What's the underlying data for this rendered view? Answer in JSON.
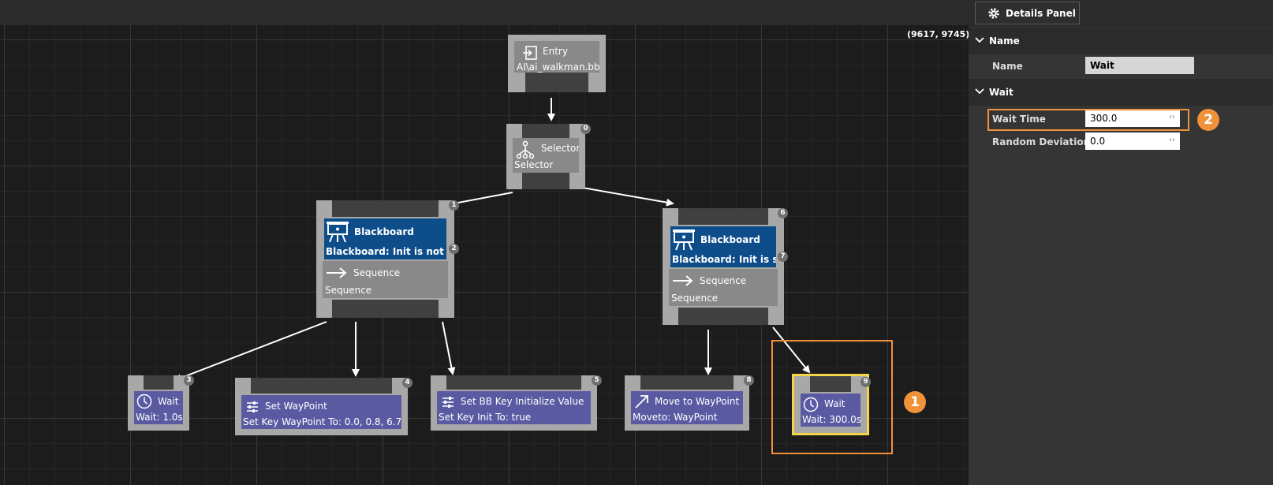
{
  "graph": {
    "coords": "(9617, 9745)",
    "nodes": {
      "entry": {
        "title": "Entry",
        "subtitle": "AI\\ai_walkman.bb"
      },
      "selector": {
        "title": "Selector",
        "subtitle": "Selector",
        "badge": "0"
      },
      "left_branch": {
        "badge": "1",
        "decorator": {
          "title": "Blackboard",
          "subtitle": "Blackboard: Init is not set",
          "badge": "2"
        },
        "composite": {
          "title": "Sequence",
          "subtitle": "Sequence"
        }
      },
      "right_branch": {
        "badge": "6",
        "decorator": {
          "title": "Blackboard",
          "subtitle": "Blackboard: Init is set",
          "badge": "7"
        },
        "composite": {
          "title": "Sequence",
          "subtitle": "Sequence"
        }
      },
      "wait1": {
        "title": "Wait",
        "subtitle": "Wait: 1.0s",
        "badge": "3"
      },
      "set_waypoint": {
        "title": "Set WayPoint",
        "subtitle": "Set Key WayPoint To: 0.0, 0.8, 6.7",
        "badge": "4"
      },
      "set_bb_key": {
        "title": "Set BB Key Initialize Value",
        "subtitle": "Set Key Init To: true",
        "badge": "5"
      },
      "move_to": {
        "title": "Move to WayPoint",
        "subtitle": "Moveto: WayPoint",
        "badge": "8"
      },
      "wait2": {
        "title": "Wait",
        "subtitle": "Wait: 300.0s",
        "badge": "9"
      }
    },
    "callouts": {
      "one": "1",
      "two": "2"
    },
    "colors": {
      "accent": "#f0923a",
      "selected": "#f5d44a",
      "blackboard": "#0c4d8a",
      "task": "#5a5aa3"
    }
  },
  "panel": {
    "title": "Details Panel",
    "categories": {
      "name": {
        "label": "Name",
        "rows": [
          {
            "label": "Name",
            "value": "Wait"
          }
        ]
      },
      "wait": {
        "label": "Wait",
        "rows": [
          {
            "label": "Wait Time",
            "value": "300.0"
          },
          {
            "label": "Random Deviation",
            "value": "0.0"
          }
        ]
      }
    }
  }
}
